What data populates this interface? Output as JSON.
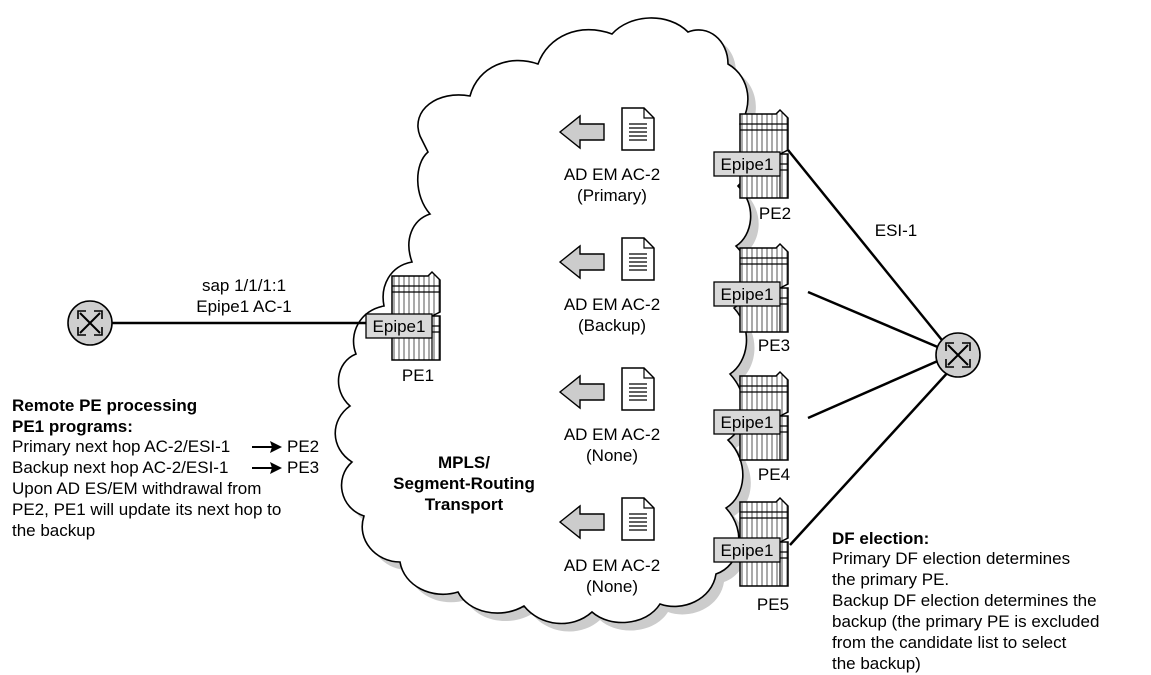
{
  "cloud": {
    "line1": "MPLS/",
    "line2": "Segment-Routing",
    "line3": "Transport"
  },
  "ce_link": {
    "line1": "sap 1/1/1:1",
    "line2": "Epipe1 AC-1"
  },
  "pe1": {
    "name": "PE1",
    "service": "Epipe1"
  },
  "pes": [
    {
      "name": "PE2",
      "service": "Epipe1"
    },
    {
      "name": "PE3",
      "service": "Epipe1"
    },
    {
      "name": "PE4",
      "service": "Epipe1"
    },
    {
      "name": "PE5",
      "service": "Epipe1"
    }
  ],
  "routes": [
    {
      "line1": "AD EM AC-2",
      "line2": "(Primary)"
    },
    {
      "line1": "AD EM AC-2",
      "line2": "(Backup)"
    },
    {
      "line1": "AD EM AC-2",
      "line2": "(None)"
    },
    {
      "line1": "AD EM AC-2",
      "line2": "(None)"
    }
  ],
  "esi_label": "ESI-1",
  "remote_pe": {
    "title1": "Remote PE processing",
    "title2": "PE1 programs:",
    "primary_prefix": "Primary next hop AC-2/ESI-1",
    "primary_target": "PE2",
    "backup_prefix": "Backup next hop AC-2/ESI-1",
    "backup_target": "PE3",
    "lines": [
      "Upon AD ES/EM withdrawal from",
      "PE2, PE1 will update its next hop to",
      "the backup"
    ]
  },
  "df_election": {
    "title": "DF election:",
    "lines": [
      "Primary DF election determines",
      "the primary PE.",
      "Backup DF election determines the",
      "backup (the primary PE is excluded",
      "from the candidate list to select",
      "the backup)"
    ]
  }
}
